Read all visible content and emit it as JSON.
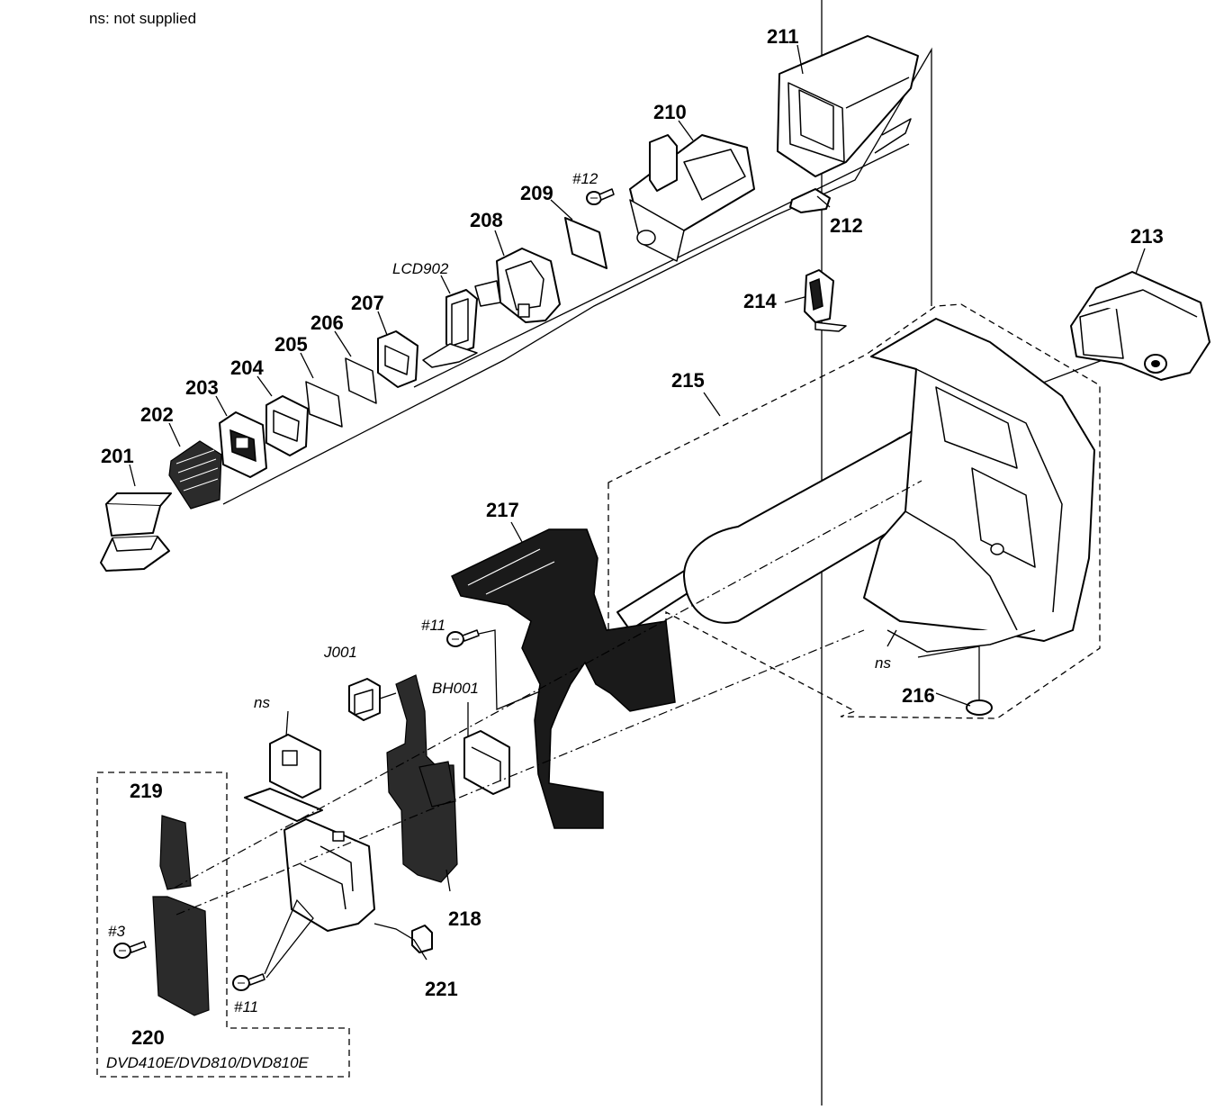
{
  "note": "ns: not supplied",
  "labels": {
    "p201": "201",
    "p202": "202",
    "p203": "203",
    "p204": "204",
    "p205": "205",
    "p206": "206",
    "p207": "207",
    "p208": "208",
    "p209": "209",
    "p210": "210",
    "p211": "211",
    "p212": "212",
    "p213": "213",
    "p214": "214",
    "p215": "215",
    "p216": "216",
    "p217": "217",
    "p218": "218",
    "p219": "219",
    "p220": "220",
    "p221": "221"
  },
  "refs": {
    "lcd902": "LCD902",
    "screw12": "#12",
    "screw11_top": "#11",
    "screw11_bottom": "#11",
    "screw3": "#3",
    "j001": "J001",
    "bh001": "BH001",
    "ns_bracket": "ns",
    "ns_body": "ns",
    "models": "DVD410E/DVD810/DVD810E"
  }
}
